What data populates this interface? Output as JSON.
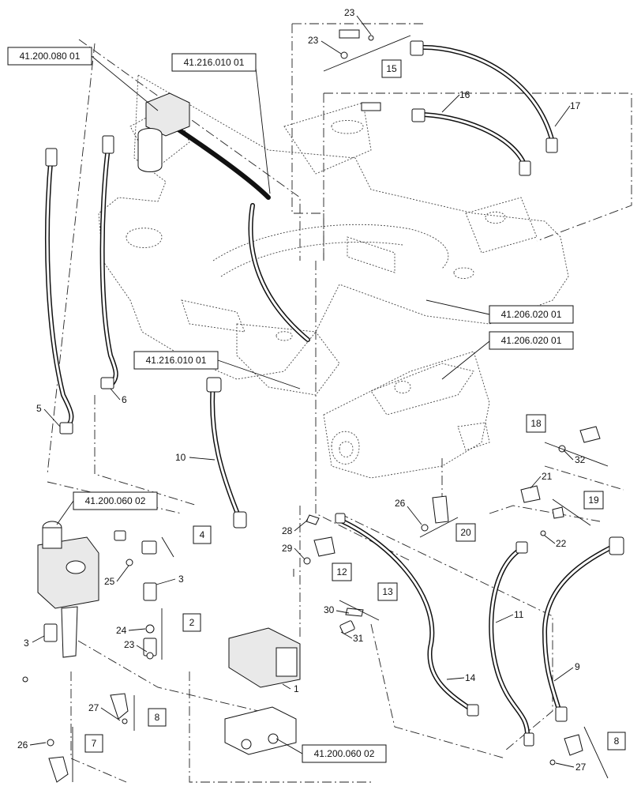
{
  "callouts": {
    "c1": "1",
    "c2": "2",
    "c3a": "3",
    "c3b": "3",
    "c4": "4",
    "c5": "5",
    "c6": "6",
    "c7": "7",
    "c8a": "8",
    "c8b": "8",
    "c9": "9",
    "c10": "10",
    "c11": "11",
    "c12": "12",
    "c13": "13",
    "c14": "14",
    "c15": "15",
    "c16": "16",
    "c17": "17",
    "c18": "18",
    "c19": "19",
    "c20": "20",
    "c21": "21",
    "c22": "22",
    "c23a": "23",
    "c23b": "23",
    "c23c": "23",
    "c24": "24",
    "c25": "25",
    "c26a": "26",
    "c26b": "26",
    "c27a": "27",
    "c27b": "27",
    "c28": "28",
    "c29": "29",
    "c30": "30",
    "c31": "31",
    "c32": "32"
  },
  "references": {
    "r1": "41.200.080 01",
    "r2": "41.216.010 01",
    "r3": "41.206.020 01",
    "r4": "41.206.020 01",
    "r5": "41.216.010 01",
    "r6": "41.200.060 02",
    "r7": "41.200.060 02"
  },
  "colors": {
    "line": "#111111",
    "background": "#ffffff",
    "fill": "#e9e9e9"
  }
}
